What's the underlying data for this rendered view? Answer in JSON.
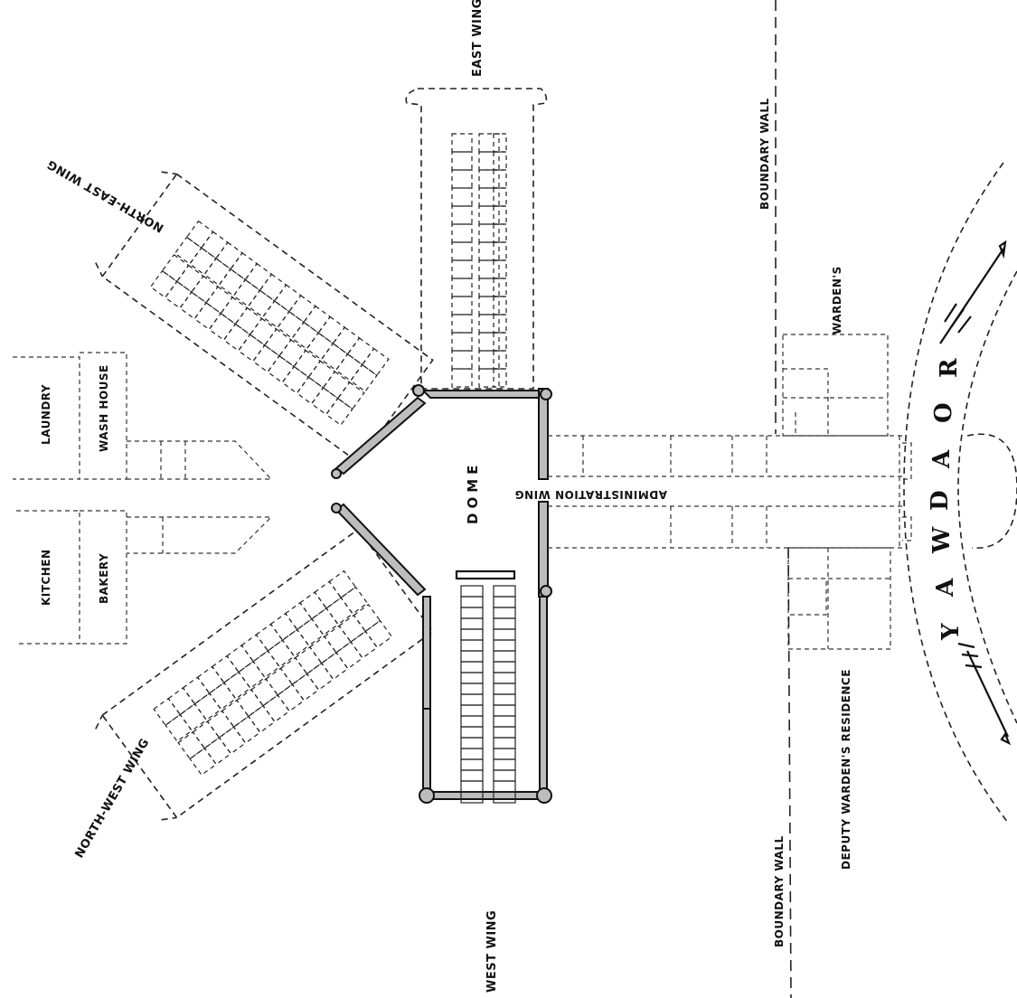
{
  "labels": {
    "east_wing": "EAST WING",
    "north_east_wing": "NORTH-EAST WING",
    "north_west_wing": "NORTH-WEST WING",
    "west_wing": "WEST WING",
    "dome": "DOME",
    "laundry": "LAUNDRY",
    "wash_house": "WASH HOUSE",
    "kitchen": "KITCHEN",
    "bakery": "BAKERY",
    "administration_wing": "ADMINISTRATION WING",
    "boundary_wall_top": "BOUNDARY WALL",
    "boundary_wall_bottom": "BOUNDARY WALL",
    "wardens": "WARDEN'S",
    "deputy_wardens_residence": "DEPUTY WARDEN'S RESIDENCE",
    "roadway": [
      "R",
      "O",
      "A",
      "D",
      "W",
      "A",
      "Y"
    ]
  }
}
